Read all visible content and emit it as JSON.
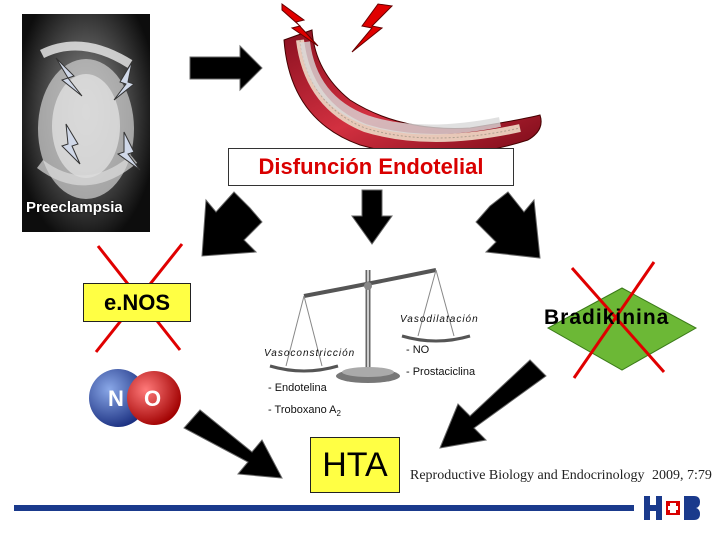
{
  "photo_label": "Preeclampsia",
  "dysfunction_label": "Disfunción Endotelial",
  "enos_label": "e.NOS",
  "no_molecule": {
    "n": "N",
    "o": "O"
  },
  "bradikinina_label": "Bradikinina",
  "scale": {
    "vasodilatacion": "Vasodilatación",
    "vasoconstriccion": "Vasoconstricción",
    "no_item": "- NO",
    "prostaciclina_item": "- Prostaciclina",
    "endotelina_item": "- Endotelina",
    "troboxano_item": "- Troboxano A",
    "troboxano_sub": "2"
  },
  "hta_label": "HTA",
  "citation": {
    "journal": "Reproductive Biology and Endocrinology",
    "year_vol": "2009, 7:79"
  },
  "colors": {
    "red": "#d90000",
    "yellow": "#ffff44",
    "navy": "#1a3a8c",
    "cross_red": "#e00000"
  }
}
